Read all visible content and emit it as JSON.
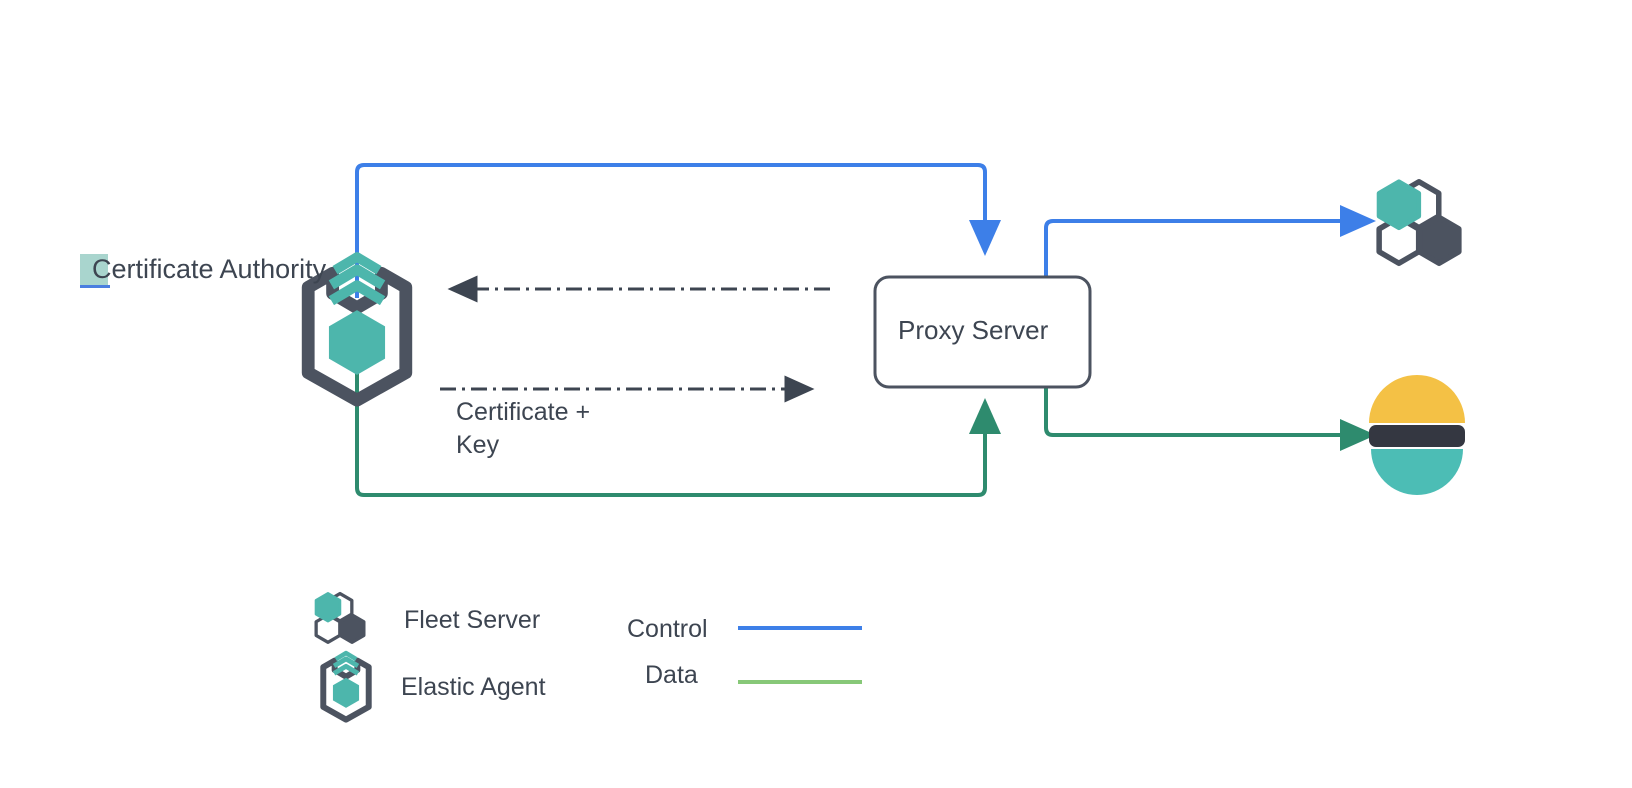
{
  "diagram": {
    "title": "Elastic Agent proxy server certificate flow",
    "nodes": {
      "certificate_authority": {
        "label": "Certificate Authority",
        "icon": "elastic-agent-icon",
        "highlighted": true
      },
      "proxy_server": {
        "label": "Proxy Server",
        "shape": "rounded-rectangle"
      },
      "fleet_server": {
        "icon": "fleet-server-icon"
      },
      "elasticsearch": {
        "icon": "elasticsearch-logo"
      }
    },
    "edge_labels": {
      "certificate_key": "Certificate +\nKey"
    }
  },
  "legend": {
    "icons": [
      {
        "label": "Fleet Server",
        "icon": "fleet-server-icon"
      },
      {
        "label": "Elastic Agent",
        "icon": "elastic-agent-icon"
      }
    ],
    "lines": [
      {
        "label": "Control",
        "color": "#3d7fe8"
      },
      {
        "label": "Data",
        "color": "#87c878"
      }
    ]
  },
  "colors": {
    "control_blue": "#3d7fe8",
    "data_green": "#2e8b6e",
    "legend_data_green": "#87c878",
    "dark_slate": "#4c5360",
    "teal": "#4db6ac",
    "elastic_yellow": "#f4c145",
    "elastic_dark": "#343741",
    "elastic_teal": "#4cbdb5",
    "text": "#3d4551",
    "highlight": "#a9d5ce"
  }
}
